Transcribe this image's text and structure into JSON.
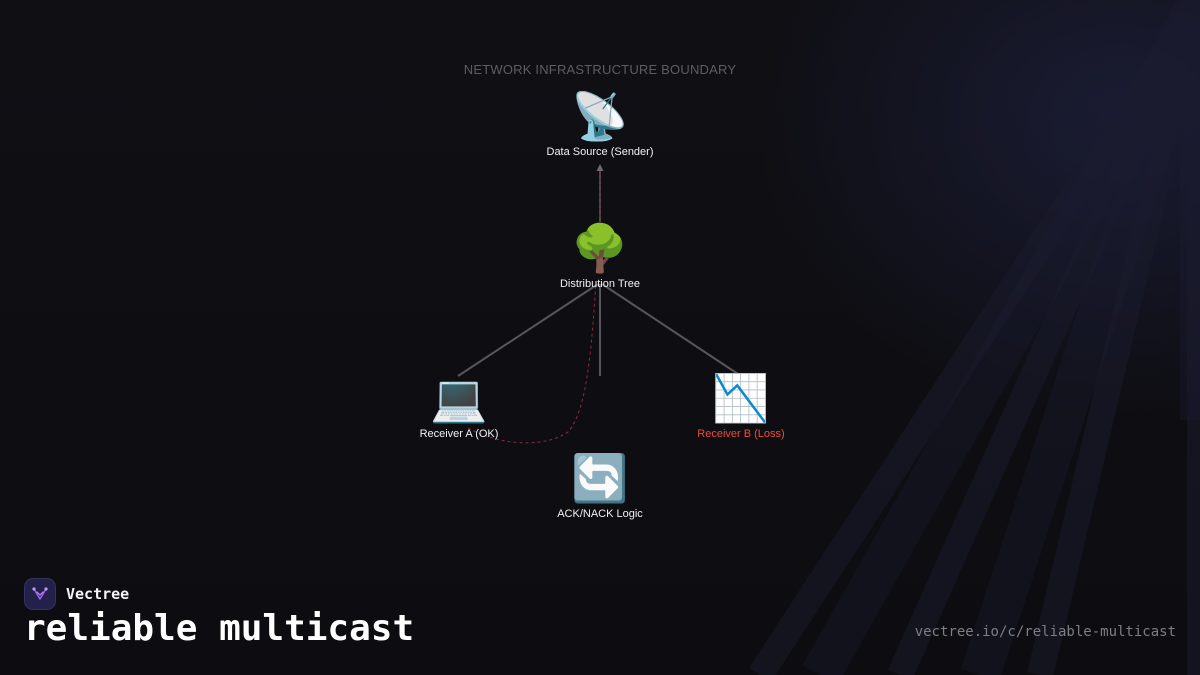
{
  "diagram": {
    "boundary_label": "NETWORK INFRASTRUCTURE BOUNDARY",
    "nodes": {
      "source": {
        "icon": "satellite-dish-icon",
        "glyph": "📡",
        "label": "Data Source (Sender)"
      },
      "tree": {
        "icon": "tree-icon",
        "glyph": "🌳",
        "label": "Distribution Tree"
      },
      "receiver_a": {
        "icon": "laptop-icon",
        "glyph": "💻",
        "label": "Receiver A (OK)"
      },
      "receiver_b": {
        "icon": "chart-decreasing-icon",
        "glyph": "📉",
        "label": "Receiver B (Loss)"
      },
      "ack": {
        "icon": "arrows-cycle-icon",
        "glyph": "🔄",
        "label": "ACK/NACK Logic"
      }
    },
    "colors": {
      "edge": "#5a5a60",
      "feedback": "#8a2e3c",
      "loss_text": "#ef4b43",
      "logo_accent": "#9d5cf0"
    }
  },
  "brand": {
    "name": "Vectree",
    "logo_icon": "vectree-logo-icon"
  },
  "footer": {
    "title": "reliable multicast",
    "url": "vectree.io/c/reliable-multicast"
  }
}
